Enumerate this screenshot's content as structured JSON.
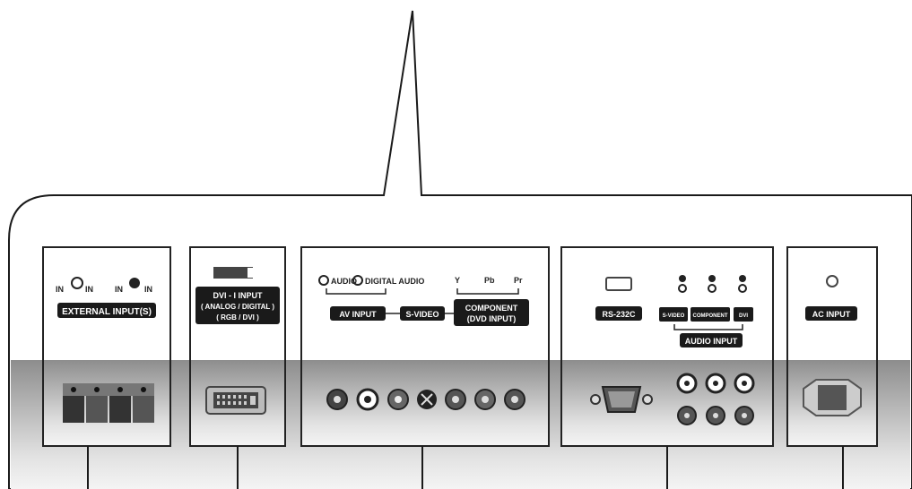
{
  "sections": {
    "external": {
      "label": "EXTERNAL INPUT(S)",
      "left_tag": "IN",
      "left_tag2": "IN",
      "right_tag": "IN",
      "right_tag2": "IN"
    },
    "dvi": {
      "label_line1": "DVI - I INPUT",
      "label_line2": "( ANALOG / DIGITAL )",
      "label_line3": "( RGB / DVI )"
    },
    "av": {
      "audio_tag": "AUDIO",
      "digital_tag": "DIGITAL AUDIO",
      "av_input": "AV INPUT",
      "svideo": "S-VIDEO",
      "component_line1": "COMPONENT",
      "component_line2": "(DVD INPUT)",
      "y_tag": "Y",
      "pb_tag": "Pb",
      "pr_tag": "Pr"
    },
    "rs": {
      "rs232c": "RS-232C",
      "audio_input": "AUDIO INPUT",
      "audio_sub1": "S-VIDEO",
      "audio_sub2": "COMPONENT",
      "audio_sub3": "DVI"
    },
    "ac": {
      "label": "AC INPUT"
    }
  },
  "colors": {
    "label_bg": "#1a1a1a",
    "panel_metal_top": "#9a9a9a",
    "panel_metal_bottom": "#e8e8e8"
  }
}
